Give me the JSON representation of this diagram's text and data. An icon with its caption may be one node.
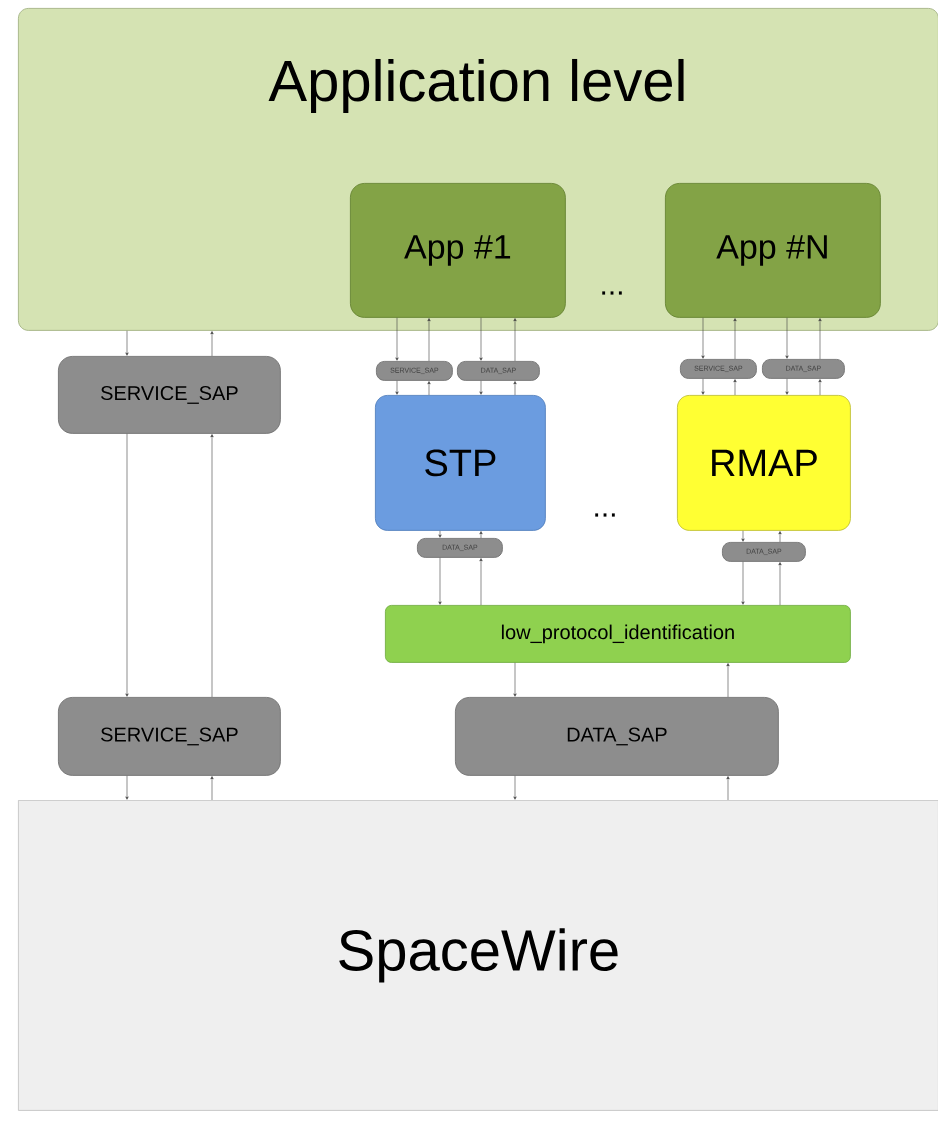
{
  "diagram": {
    "nodes": [
      {
        "text": [
          "Application level"
        ]
      },
      {
        "text": [
          "App #1"
        ],
        "in": 0
      },
      {
        "text": [
          "App #N"
        ],
        "in": 0
      },
      {
        "text": [
          "SERVICE_SAP"
        ]
      },
      {
        "text": [
          "SERVICE_SAP"
        ]
      },
      {
        "text": [
          "DATA_SAP"
        ]
      },
      {
        "text": [
          "SERVICE_SAP"
        ]
      },
      {
        "text": [
          "DATA_SAP"
        ]
      },
      {
        "text": [
          "STP"
        ]
      },
      {
        "text": [
          "RMAP"
        ]
      },
      {
        "text": [
          "DATA_SAP"
        ]
      },
      {
        "text": [
          "DATA_SAP"
        ]
      },
      {
        "text": [
          "low_protocol_identification"
        ]
      },
      {
        "text": [
          "SERVICE_SAP"
        ]
      },
      {
        "text": [
          "DATA_SAP"
        ]
      },
      {
        "text": [
          "SpaceWire"
        ]
      }
    ],
    "edges": [
      {
        "from": 0,
        "to": 3,
        "arrow": "to"
      },
      {
        "from": 3,
        "to": 0,
        "arrow": "to"
      },
      {
        "from": 3,
        "to": 13,
        "arrow": "to"
      },
      {
        "from": 13,
        "to": 3,
        "arrow": "to"
      },
      {
        "from": 13,
        "to": 15,
        "arrow": "to"
      },
      {
        "from": 15,
        "to": 13,
        "arrow": "to"
      },
      {
        "from": 1,
        "to": 4,
        "arrow": "to"
      },
      {
        "from": 4,
        "to": 1,
        "arrow": "to"
      },
      {
        "from": 1,
        "to": 5,
        "arrow": "to"
      },
      {
        "from": 5,
        "to": 1,
        "arrow": "to"
      },
      {
        "from": 4,
        "to": 8,
        "arrow": "to"
      },
      {
        "from": 8,
        "to": 4,
        "arrow": "to"
      },
      {
        "from": 5,
        "to": 8,
        "arrow": "to"
      },
      {
        "from": 8,
        "to": 5,
        "arrow": "to"
      },
      {
        "from": 2,
        "to": 6,
        "arrow": "to"
      },
      {
        "from": 6,
        "to": 2,
        "arrow": "to"
      },
      {
        "from": 2,
        "to": 7,
        "arrow": "to"
      },
      {
        "from": 7,
        "to": 2,
        "arrow": "to"
      },
      {
        "from": 6,
        "to": 9,
        "arrow": "to"
      },
      {
        "from": 9,
        "to": 6,
        "arrow": "to"
      },
      {
        "from": 7,
        "to": 9,
        "arrow": "to"
      },
      {
        "from": 9,
        "to": 7,
        "arrow": "to"
      },
      {
        "from": 8,
        "to": 10,
        "arrow": "to"
      },
      {
        "from": 10,
        "to": 8,
        "arrow": "to"
      },
      {
        "from": 10,
        "to": 12,
        "arrow": "to"
      },
      {
        "from": 12,
        "to": 10,
        "arrow": "to"
      },
      {
        "from": 9,
        "to": 11,
        "arrow": "to"
      },
      {
        "from": 11,
        "to": 9,
        "arrow": "to"
      },
      {
        "from": 11,
        "to": 12,
        "arrow": "to"
      },
      {
        "from": 12,
        "to": 11,
        "arrow": "to"
      },
      {
        "from": 12,
        "to": 14,
        "arrow": "to"
      },
      {
        "from": 14,
        "to": 12,
        "arrow": "to"
      },
      {
        "from": 14,
        "to": 15,
        "arrow": "to"
      },
      {
        "from": 15,
        "to": 14,
        "arrow": "to"
      }
    ],
    "labels": [
      "...",
      "..."
    ]
  }
}
